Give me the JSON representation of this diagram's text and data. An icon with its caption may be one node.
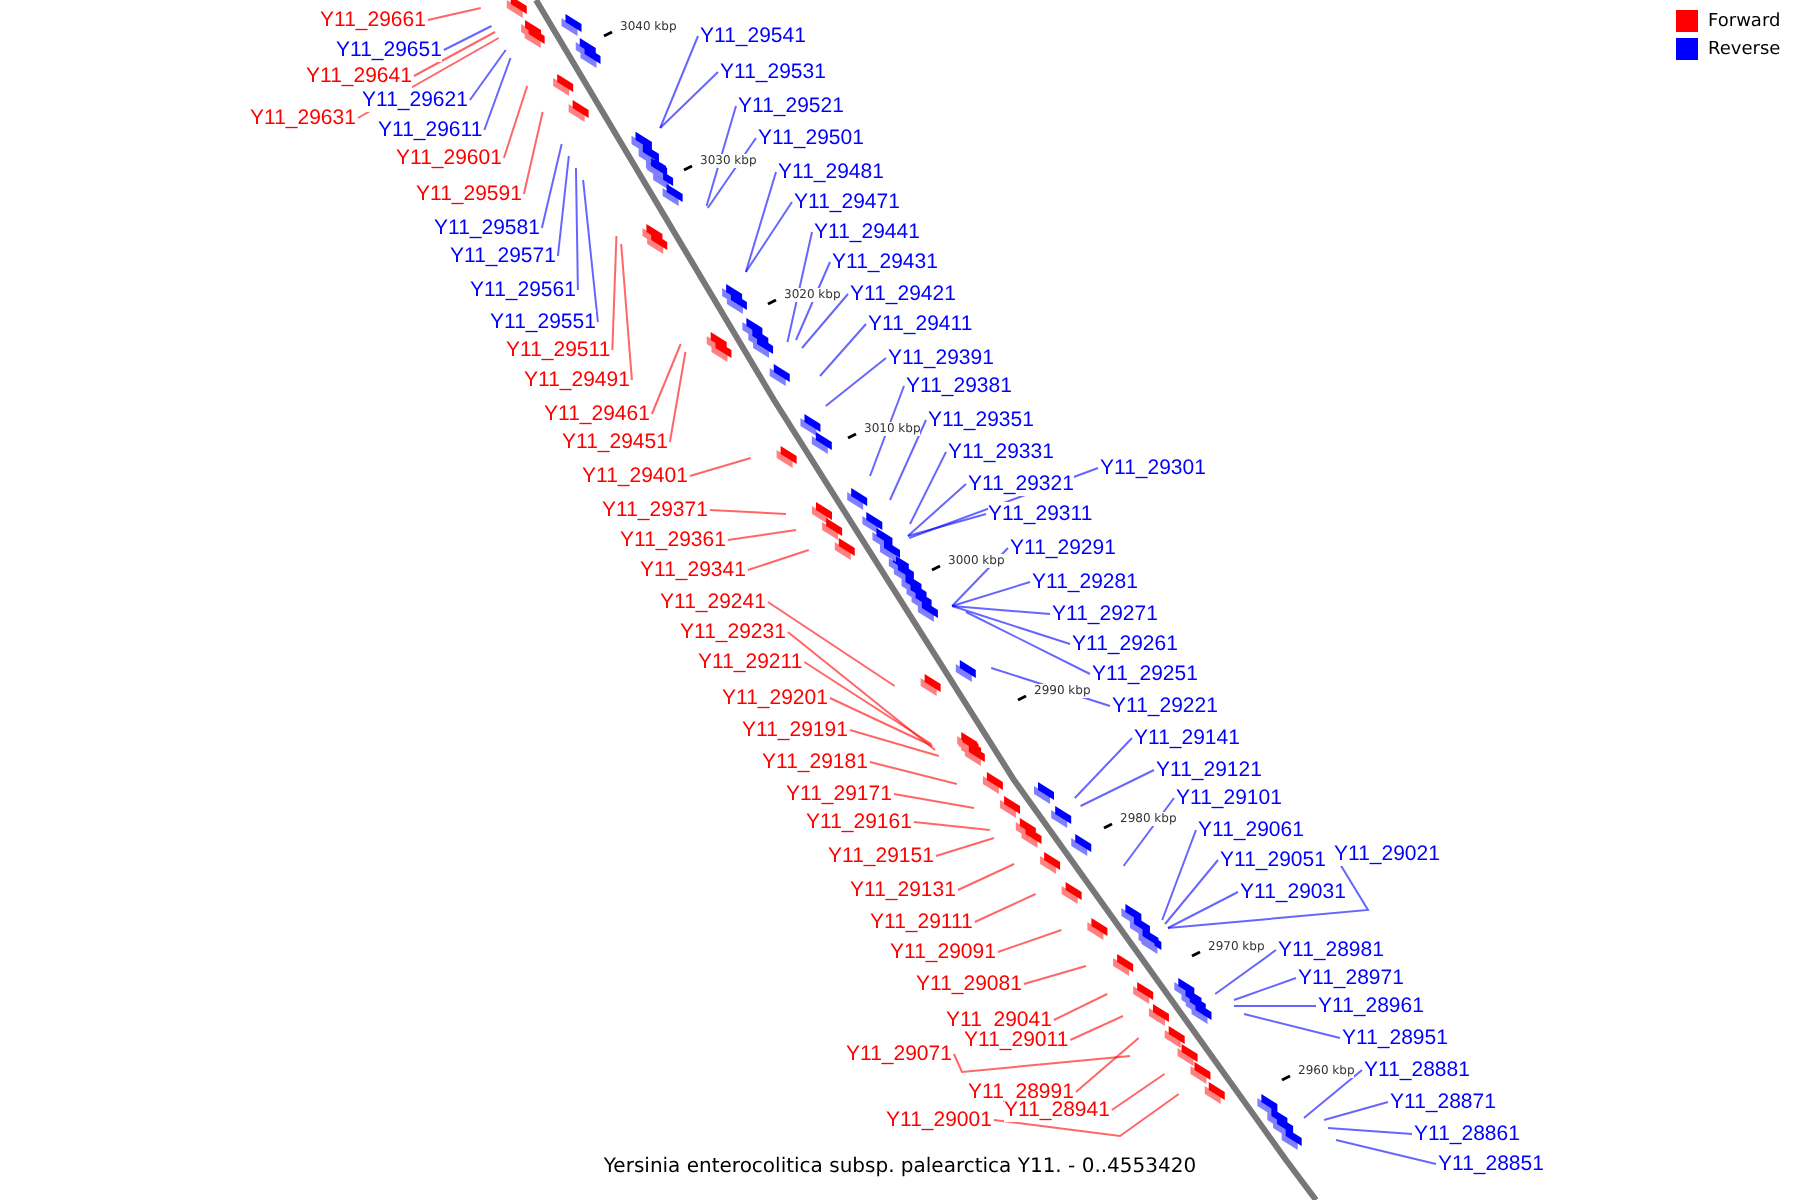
{
  "diagram": {
    "caption": "Yersinia enterocolitica subsp. palearctica Y11. - 0..4553420",
    "nodes": [
      {
        "text": [
          "Y11_29661"
        ]
      },
      {
        "text": [
          "Y11_29651"
        ]
      },
      {
        "text": [
          "Y11_29641"
        ]
      },
      {
        "text": [
          "Y11_29621"
        ]
      },
      {
        "text": [
          "Y11_29631"
        ]
      },
      {
        "text": [
          "Y11_29611"
        ]
      },
      {
        "text": [
          "Y11_29601"
        ]
      },
      {
        "text": [
          "Y11_29591"
        ]
      },
      {
        "text": [
          "Y11_29581"
        ]
      },
      {
        "text": [
          "Y11_29571"
        ]
      },
      {
        "text": [
          "Y11_29561"
        ]
      },
      {
        "text": [
          "Y11_29551"
        ]
      },
      {
        "text": [
          "Y11_29511"
        ]
      },
      {
        "text": [
          "Y11_29491"
        ]
      },
      {
        "text": [
          "Y11_29461"
        ]
      },
      {
        "text": [
          "Y11_29451"
        ]
      },
      {
        "text": [
          "Y11_29401"
        ]
      },
      {
        "text": [
          "Y11_29371"
        ]
      },
      {
        "text": [
          "Y11_29361"
        ]
      },
      {
        "text": [
          "Y11_29341"
        ]
      },
      {
        "text": [
          "Y11_29241"
        ]
      },
      {
        "text": [
          "Y11_29231"
        ]
      },
      {
        "text": [
          "Y11_29211"
        ]
      },
      {
        "text": [
          "Y11_29201"
        ]
      },
      {
        "text": [
          "Y11_29191"
        ]
      },
      {
        "text": [
          "Y11_29181"
        ]
      },
      {
        "text": [
          "Y11_29171"
        ]
      },
      {
        "text": [
          "Y11_29161"
        ]
      },
      {
        "text": [
          "Y11_29151"
        ]
      },
      {
        "text": [
          "Y11_29131"
        ]
      },
      {
        "text": [
          "Y11_29111"
        ]
      },
      {
        "text": [
          "Y11_29091"
        ]
      },
      {
        "text": [
          "Y11_29081"
        ]
      },
      {
        "text": [
          "Y11_29041"
        ]
      },
      {
        "text": [
          "Y11_29071"
        ]
      },
      {
        "text": [
          "Y11_29011"
        ]
      },
      {
        "text": [
          "Y11_28991"
        ]
      },
      {
        "text": [
          "Y11_29001"
        ]
      },
      {
        "text": [
          "Y11_28941"
        ]
      },
      {
        "text": [
          "Y11_29541"
        ]
      },
      {
        "text": [
          "Y11_29531"
        ]
      },
      {
        "text": [
          "Y11_29521"
        ]
      },
      {
        "text": [
          "Y11_29501"
        ]
      },
      {
        "text": [
          "Y11_29481"
        ]
      },
      {
        "text": [
          "Y11_29471"
        ]
      },
      {
        "text": [
          "Y11_29441"
        ]
      },
      {
        "text": [
          "Y11_29431"
        ]
      },
      {
        "text": [
          "Y11_29421"
        ]
      },
      {
        "text": [
          "Y11_29411"
        ]
      },
      {
        "text": [
          "Y11_29391"
        ]
      },
      {
        "text": [
          "Y11_29381"
        ]
      },
      {
        "text": [
          "Y11_29351"
        ]
      },
      {
        "text": [
          "Y11_29331"
        ]
      },
      {
        "text": [
          "Y11_29301"
        ]
      },
      {
        "text": [
          "Y11_29321"
        ]
      },
      {
        "text": [
          "Y11_29311"
        ]
      },
      {
        "text": [
          "Y11_29291"
        ]
      },
      {
        "text": [
          "Y11_29281"
        ]
      },
      {
        "text": [
          "Y11_29271"
        ]
      },
      {
        "text": [
          "Y11_29261"
        ]
      },
      {
        "text": [
          "Y11_29251"
        ]
      },
      {
        "text": [
          "Y11_29221"
        ]
      },
      {
        "text": [
          "Y11_29141"
        ]
      },
      {
        "text": [
          "Y11_29121"
        ]
      },
      {
        "text": [
          "Y11_29101"
        ]
      },
      {
        "text": [
          "Y11_29061"
        ]
      },
      {
        "text": [
          "Y11_29051"
        ]
      },
      {
        "text": [
          "Y11_29021"
        ]
      },
      {
        "text": [
          "Y11_29031"
        ]
      },
      {
        "text": [
          "Y11_28981"
        ]
      },
      {
        "text": [
          "Y11_28971"
        ]
      },
      {
        "text": [
          "Y11_28961"
        ]
      },
      {
        "text": [
          "Y11_28951"
        ]
      },
      {
        "text": [
          "Y11_28881"
        ]
      },
      {
        "text": [
          "Y11_28871"
        ]
      },
      {
        "text": [
          "Y11_28861"
        ]
      },
      {
        "text": [
          "Y11_28851"
        ]
      }
    ],
    "edges": [
      {
        "from": 0,
        "to": null,
        "arrow": "none",
        "color": "#ff0000"
      },
      {
        "from": 1,
        "to": null,
        "arrow": "none"
      },
      {
        "from": 2,
        "to": null,
        "arrow": "none",
        "color": "#ff0000"
      },
      {
        "from": 3,
        "to": null,
        "arrow": "none"
      },
      {
        "from": 4,
        "to": null,
        "arrow": "none",
        "color": "#ff0000"
      },
      {
        "from": 5,
        "to": null,
        "arrow": "none"
      },
      {
        "from": 6,
        "to": null,
        "arrow": "none",
        "color": "#ff0000"
      },
      {
        "from": 7,
        "to": null,
        "arrow": "none",
        "color": "#ff0000"
      },
      {
        "from": 8,
        "to": null,
        "arrow": "none"
      },
      {
        "from": 9,
        "to": null,
        "arrow": "none"
      },
      {
        "from": 10,
        "to": null,
        "arrow": "none"
      },
      {
        "from": 11,
        "to": null,
        "arrow": "none"
      },
      {
        "from": 12,
        "to": null,
        "arrow": "none",
        "color": "#ff0000"
      },
      {
        "from": 13,
        "to": null,
        "arrow": "none",
        "color": "#ff0000"
      },
      {
        "from": 14,
        "to": null,
        "arrow": "none",
        "color": "#ff0000"
      },
      {
        "from": 15,
        "to": null,
        "arrow": "none",
        "color": "#ff0000"
      },
      {
        "from": 16,
        "to": null,
        "arrow": "none",
        "color": "#ff0000"
      },
      {
        "from": 17,
        "to": null,
        "arrow": "none",
        "color": "#ff0000"
      },
      {
        "from": 18,
        "to": null,
        "arrow": "none",
        "color": "#ff0000"
      },
      {
        "from": 19,
        "to": null,
        "arrow": "none",
        "color": "#ff0000"
      },
      {
        "from": 20,
        "to": null,
        "arrow": "none",
        "color": "#ff0000"
      },
      {
        "from": 21,
        "to": null,
        "arrow": "none",
        "color": "#ff0000"
      },
      {
        "from": 22,
        "to": null,
        "arrow": "none",
        "color": "#ff0000"
      },
      {
        "from": 23,
        "to": null,
        "arrow": "none",
        "color": "#ff0000"
      },
      {
        "from": 24,
        "to": null,
        "arrow": "none",
        "color": "#ff0000"
      },
      {
        "from": 25,
        "to": null,
        "arrow": "none",
        "color": "#ff0000"
      },
      {
        "from": 26,
        "to": null,
        "arrow": "none",
        "color": "#ff0000"
      },
      {
        "from": 27,
        "to": null,
        "arrow": "none",
        "color": "#ff0000"
      },
      {
        "from": 28,
        "to": null,
        "arrow": "none",
        "color": "#ff0000"
      },
      {
        "from": 29,
        "to": null,
        "arrow": "none",
        "color": "#ff0000"
      },
      {
        "from": 30,
        "to": null,
        "arrow": "none",
        "color": "#ff0000"
      },
      {
        "from": 31,
        "to": null,
        "arrow": "none",
        "color": "#ff0000"
      },
      {
        "from": 32,
        "to": null,
        "arrow": "none",
        "color": "#ff0000"
      },
      {
        "from": 33,
        "to": null,
        "arrow": "none",
        "color": "#ff0000"
      },
      {
        "from": 34,
        "to": null,
        "arrow": "none",
        "color": "#ff0000"
      },
      {
        "from": 35,
        "to": null,
        "arrow": "none",
        "color": "#ff0000"
      },
      {
        "from": 36,
        "to": null,
        "arrow": "none",
        "color": "#ff0000"
      },
      {
        "from": 37,
        "to": null,
        "arrow": "none",
        "color": "#ff0000"
      },
      {
        "from": 38,
        "to": null,
        "arrow": "none",
        "color": "#ff0000"
      },
      {
        "from": 39,
        "to": null,
        "arrow": "none"
      },
      {
        "from": 40,
        "to": null,
        "arrow": "none"
      },
      {
        "from": 41,
        "to": null,
        "arrow": "none"
      },
      {
        "from": 42,
        "to": null,
        "arrow": "none"
      },
      {
        "from": 43,
        "to": null,
        "arrow": "none"
      },
      {
        "from": 44,
        "to": null,
        "arrow": "none"
      },
      {
        "from": 45,
        "to": null,
        "arrow": "none"
      },
      {
        "from": 46,
        "to": null,
        "arrow": "none"
      },
      {
        "from": 47,
        "to": null,
        "arrow": "none"
      },
      {
        "from": 48,
        "to": null,
        "arrow": "none"
      },
      {
        "from": 49,
        "to": null,
        "arrow": "none"
      },
      {
        "from": 50,
        "to": null,
        "arrow": "none"
      },
      {
        "from": 51,
        "to": null,
        "arrow": "none"
      },
      {
        "from": 52,
        "to": null,
        "arrow": "none"
      },
      {
        "from": 53,
        "to": null,
        "arrow": "none"
      },
      {
        "from": 54,
        "to": null,
        "arrow": "none"
      },
      {
        "from": 55,
        "to": null,
        "arrow": "none"
      },
      {
        "from": 56,
        "to": null,
        "arrow": "none"
      },
      {
        "from": 57,
        "to": null,
        "arrow": "none"
      },
      {
        "from": 58,
        "to": null,
        "arrow": "none"
      },
      {
        "from": 59,
        "to": null,
        "arrow": "none"
      },
      {
        "from": 60,
        "to": null,
        "arrow": "none"
      },
      {
        "from": 61,
        "to": null,
        "arrow": "none"
      },
      {
        "from": 62,
        "to": null,
        "arrow": "none"
      },
      {
        "from": 63,
        "to": null,
        "arrow": "none"
      },
      {
        "from": 64,
        "to": null,
        "arrow": "none"
      },
      {
        "from": 65,
        "to": null,
        "arrow": "none"
      },
      {
        "from": 66,
        "to": null,
        "arrow": "none"
      },
      {
        "from": 67,
        "to": null,
        "arrow": "none"
      },
      {
        "from": 68,
        "to": null,
        "arrow": "none"
      },
      {
        "from": 69,
        "to": null,
        "arrow": "none"
      },
      {
        "from": 70,
        "to": null,
        "arrow": "none"
      },
      {
        "from": 71,
        "to": null,
        "arrow": "none"
      },
      {
        "from": 72,
        "to": null,
        "arrow": "none"
      },
      {
        "from": 73,
        "to": null,
        "arrow": "none"
      },
      {
        "from": 74,
        "to": null,
        "arrow": "none"
      },
      {
        "from": 75,
        "to": null,
        "arrow": "none"
      },
      {
        "from": 76,
        "to": null,
        "arrow": "none"
      }
    ],
    "labels": [
      "3040 kbp",
      "3030 kbp",
      "3020 kbp",
      "3010 kbp",
      "3000 kbp",
      "2990 kbp",
      "2980 kbp",
      "2970 kbp",
      "2960 kbp"
    ],
    "legend": [
      {
        "text": "Forward",
        "color": "#ff0000"
      },
      {
        "text": "Reverse",
        "color": "#0000ff"
      }
    ]
  }
}
